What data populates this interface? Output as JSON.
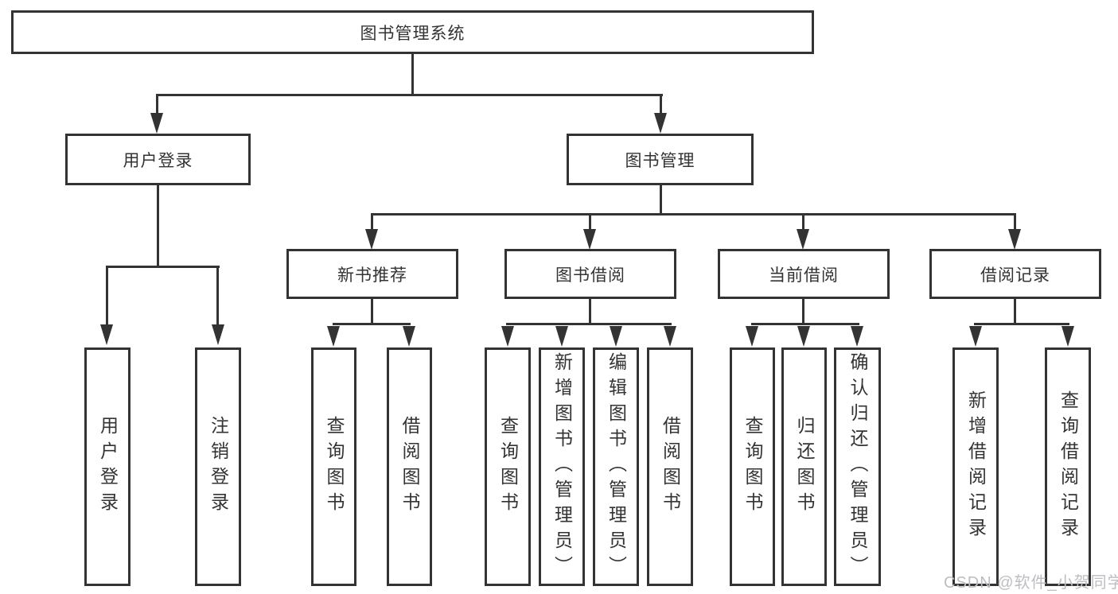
{
  "colors": {
    "line": "#333333",
    "text": "#333333",
    "background": "#ffffff",
    "watermark": "#bdbdc2"
  },
  "watermark": "CSDN @软件_小贺同学",
  "tree": {
    "root": "图书管理系统",
    "branches": [
      {
        "label": "用户登录",
        "children": [
          "用户登录",
          "注销登录"
        ]
      },
      {
        "label": "图书管理",
        "sections": [
          {
            "label": "新书推荐",
            "children": [
              "查询图书",
              "借阅图书"
            ]
          },
          {
            "label": "图书借阅",
            "children": [
              "查询图书",
              "新增图书（管理员）",
              "编辑图书（管理员）",
              "借阅图书"
            ]
          },
          {
            "label": "当前借阅",
            "children": [
              "查询图书",
              "归还图书",
              "确认归还（管理员）"
            ]
          },
          {
            "label": "借阅记录",
            "children": [
              "新增借阅记录",
              "查询借阅记录"
            ]
          }
        ]
      }
    ]
  }
}
